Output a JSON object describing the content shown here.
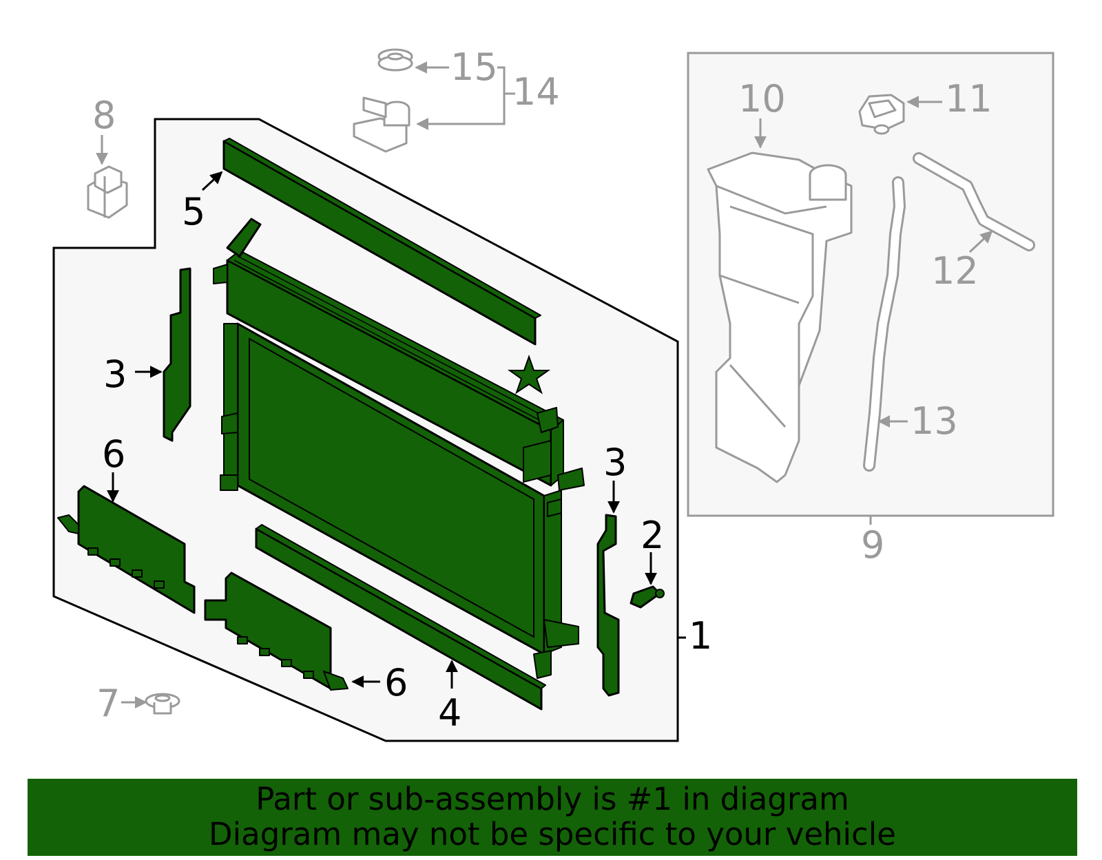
{
  "callouts": {
    "c1": "1",
    "c2": "2",
    "c3a": "3",
    "c3b": "3",
    "c4": "4",
    "c5": "5",
    "c6a": "6",
    "c6b": "6",
    "c7": "7",
    "c8": "8",
    "c9": "9",
    "c10": "10",
    "c11": "11",
    "c12": "12",
    "c13": "13",
    "c14": "14",
    "c15": "15"
  },
  "banner": {
    "line1": "Part or sub-assembly is #1 in diagram",
    "line2": "Diagram may not be specific to your vehicle"
  },
  "colors": {
    "highlight": "#136207",
    "outline": "#000000",
    "greyed": "#9a9a9a",
    "panel": "#f7f7f7"
  },
  "icons": {
    "note_marker": "star-icon"
  }
}
